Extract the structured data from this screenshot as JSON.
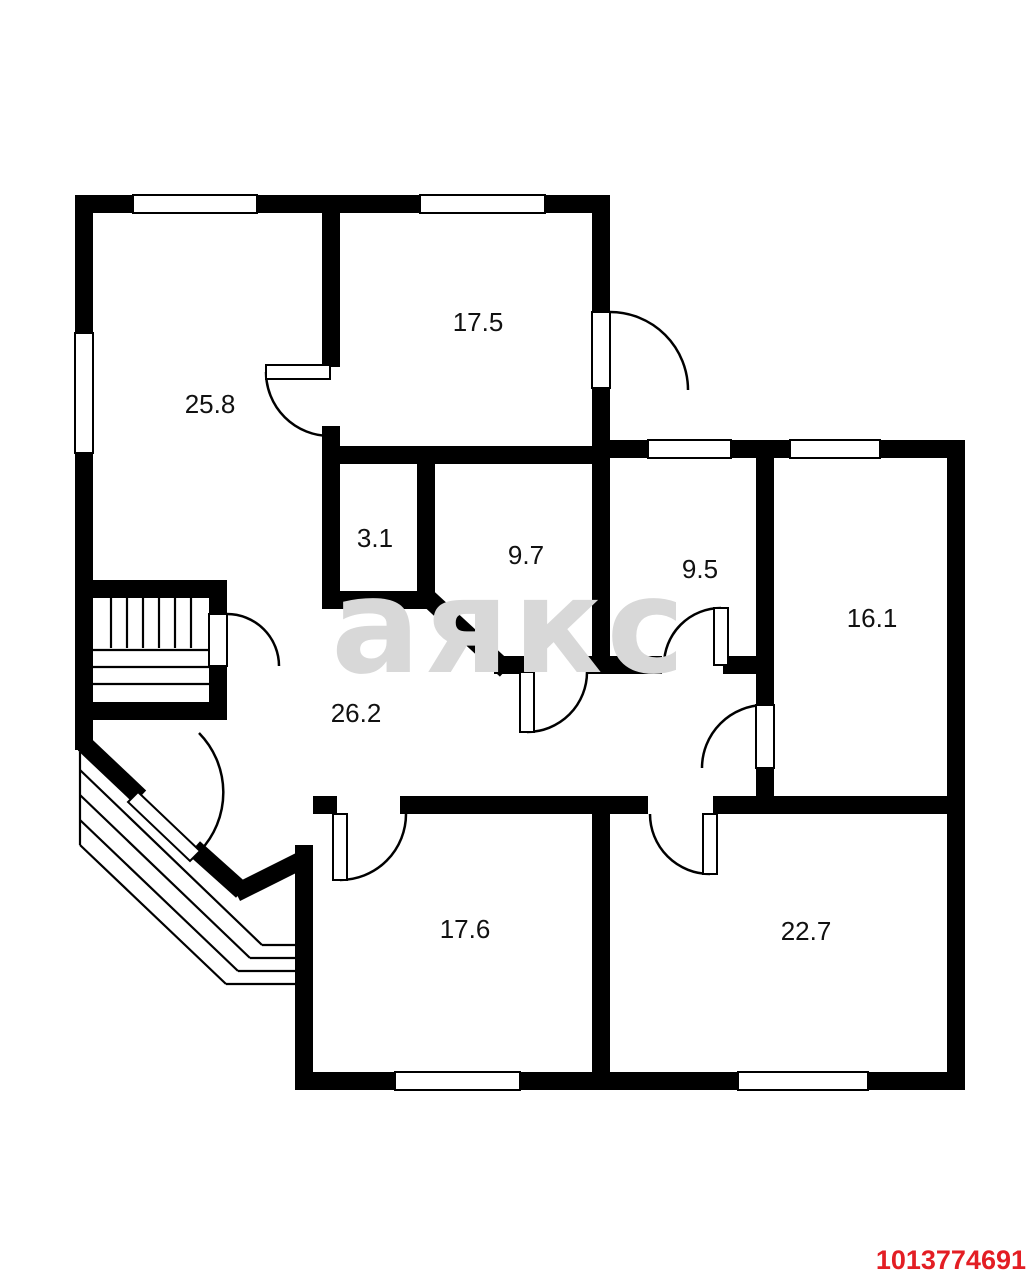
{
  "floorplan": {
    "watermark": "аякс",
    "id_number": "1013774691",
    "colors": {
      "wall": "#000000",
      "watermark": "#d8d8d8",
      "id_text": "#e31e24"
    },
    "rooms": [
      {
        "area": "25.8"
      },
      {
        "area": "17.5"
      },
      {
        "area": "3.1"
      },
      {
        "area": "9.7"
      },
      {
        "area": "9.5"
      },
      {
        "area": "16.1"
      },
      {
        "area": "26.2"
      },
      {
        "area": "17.6"
      },
      {
        "area": "22.7"
      }
    ]
  }
}
